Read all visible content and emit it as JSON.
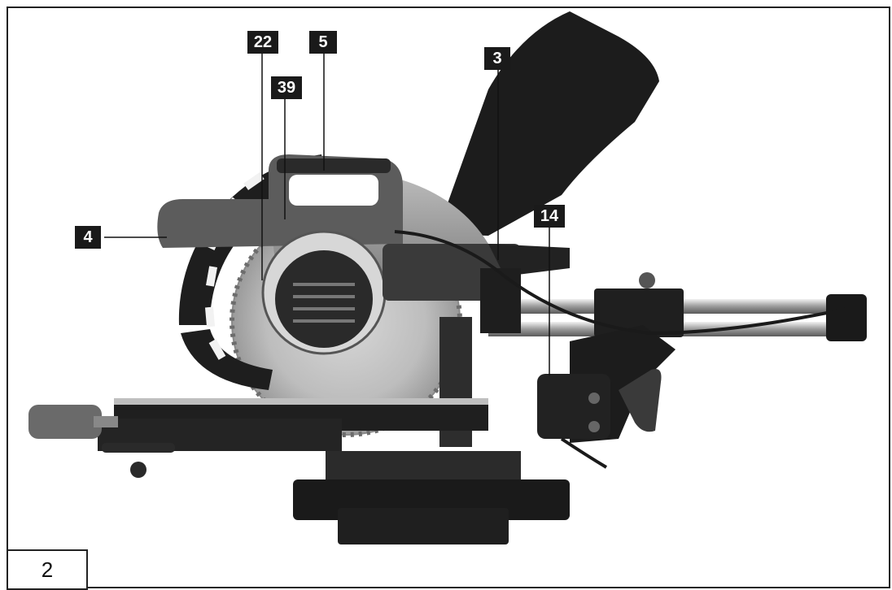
{
  "figure_number": "2",
  "callouts": {
    "c4": "4",
    "c22": "22",
    "c39": "39",
    "c5": "5",
    "c3": "3",
    "c14": "14"
  }
}
